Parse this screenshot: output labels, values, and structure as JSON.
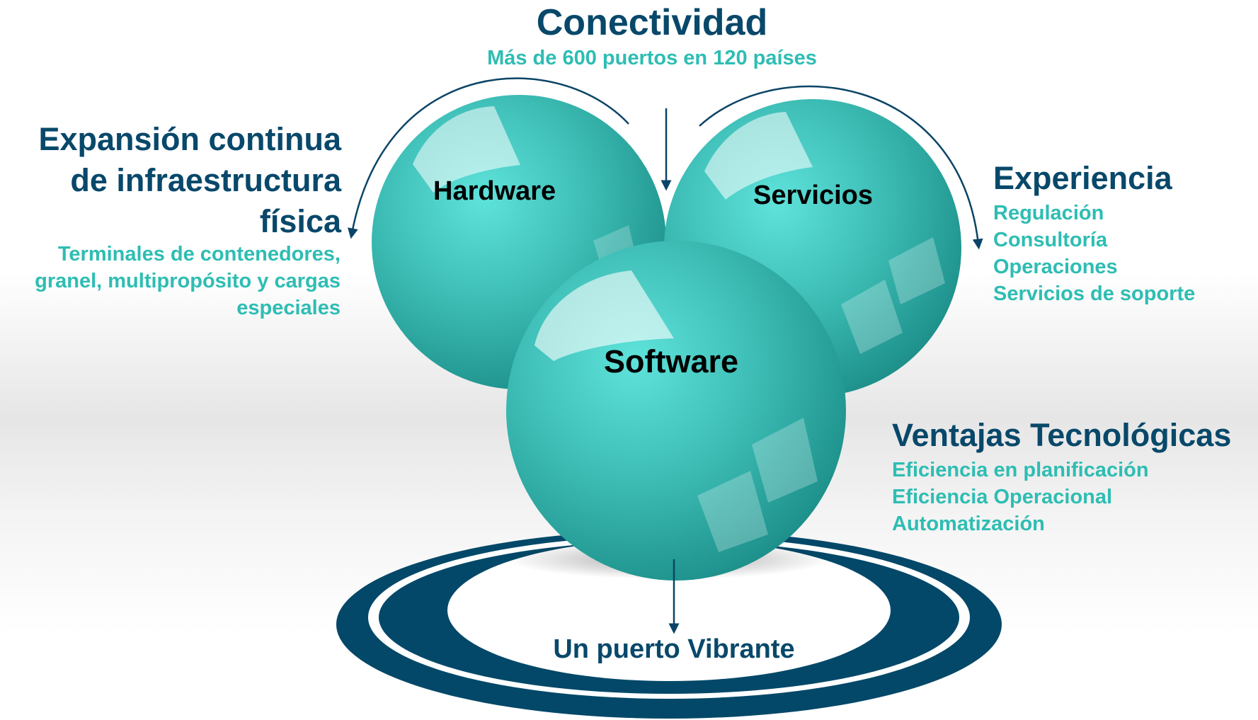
{
  "center": {
    "title": "Conectividad",
    "subtitle": "Más de 600 puertos en 120 países"
  },
  "left": {
    "title": "Expansión continua de infraestructura física",
    "subtitle": "Terminales de contenedores, granel, multipropósito y cargas especiales"
  },
  "right_top": {
    "title": "Experiencia",
    "items": [
      "Regulación",
      "Consultoría",
      "Operaciones",
      "Servicios de soporte"
    ]
  },
  "right_bottom": {
    "title": "Ventajas Tecnológicas",
    "items": [
      "Eficiencia en planificación",
      "Eficiencia Operacional",
      "Automatización"
    ]
  },
  "spheres": {
    "hardware": "Hardware",
    "servicios": "Servicios",
    "software": "Software"
  },
  "result": {
    "label": "Un puerto Vibrante"
  },
  "colors": {
    "navy": "#08486a",
    "teal_text": "#2ebdb3",
    "sphere": "#36b5ae",
    "ring": "#034868"
  }
}
